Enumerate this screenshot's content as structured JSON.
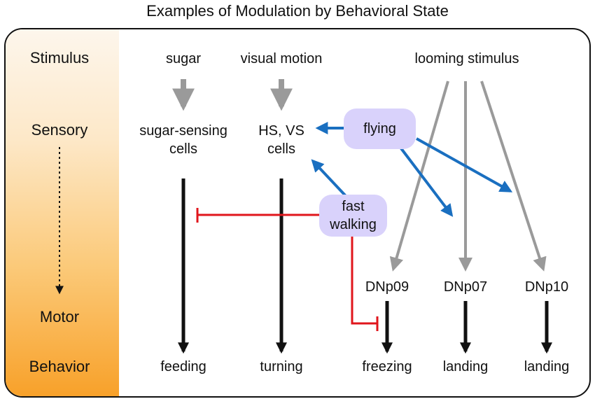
{
  "title": "Examples of Modulation by Behavioral State",
  "stages": {
    "stimulus": "Stimulus",
    "sensory": "Sensory",
    "motor": "Motor",
    "behavior": "Behavior"
  },
  "stimuli": {
    "sugar": "sugar",
    "visual_motion": "visual motion",
    "looming": "looming stimulus"
  },
  "sensory": {
    "sugar_cells_line1": "sugar-sensing",
    "sugar_cells_line2": "cells",
    "hs_vs_line1": "HS, VS",
    "hs_vs_line2": "cells"
  },
  "states": {
    "flying": "flying",
    "fast_walking_line1": "fast",
    "fast_walking_line2": "walking"
  },
  "neurons": [
    "DNp09",
    "DNp07",
    "DNp10"
  ],
  "behaviors": [
    "feeding",
    "turning",
    "freezing",
    "landing",
    "landing"
  ],
  "colors": {
    "excitatory_blue": "#1a6fc0",
    "inhibitory_red": "#e0161c",
    "input_gray": "#9a9a9a",
    "pathway_black": "#111111",
    "state_pill": "#d9d2fb",
    "gradient_top": "#fdf6ec",
    "gradient_bottom": "#f8a12a"
  }
}
